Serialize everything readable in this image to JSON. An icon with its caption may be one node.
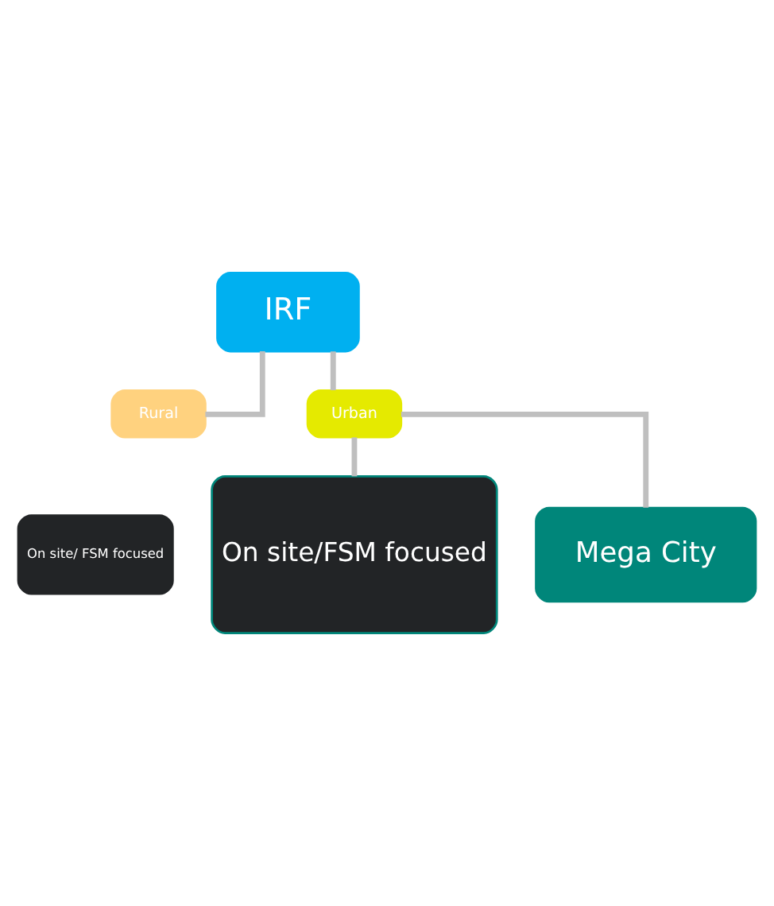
{
  "diagram": {
    "nodes": [
      {
        "text": [
          "IRF"
        ]
      },
      {
        "text": [
          "Rural"
        ]
      },
      {
        "text": [
          "Urban"
        ]
      },
      {
        "text": [
          "On site/ FSM focused"
        ]
      },
      {
        "text": [
          "On site/FSM focused"
        ]
      },
      {
        "text": [
          "Mega City"
        ]
      }
    ],
    "edges": [
      {
        "from": 0,
        "to": 1,
        "arrow": "none"
      },
      {
        "from": 0,
        "to": 2,
        "arrow": "none"
      },
      {
        "from": 2,
        "to": 4,
        "arrow": "none"
      },
      {
        "from": 2,
        "to": 5,
        "arrow": "none"
      }
    ]
  }
}
